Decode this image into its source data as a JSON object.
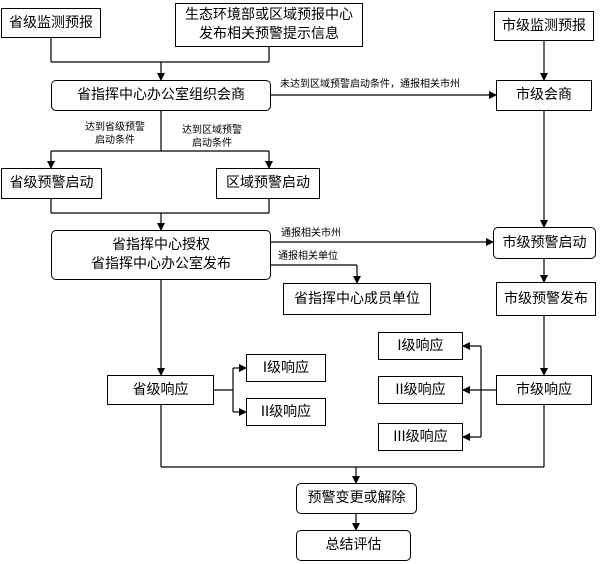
{
  "title": "预警启动流程图",
  "nodes": {
    "province_monitor": "省级监测预报",
    "ministry_info": [
      "生态环境部或区域预报中心",
      "发布相关预警提示信息"
    ],
    "city_monitor": "市级监测预报",
    "province_consult": "省指挥中心办公室组织会商",
    "city_consult": "市级会商",
    "province_warning_start": "省级预警启动",
    "regional_warning_start": "区域预警启动",
    "authorize_publish": [
      "省指挥中心授权",
      "省指挥中心办公室发布"
    ],
    "city_warning_start": "市级预警启动",
    "member_units": "省指挥中心成员单位",
    "city_warning_publish": "市级预警发布",
    "province_response": "省级响应",
    "p_level1": "I级响应",
    "p_level2": "II级响应",
    "c_level1": "I级响应",
    "c_level2": "II级响应",
    "c_level3": "III级响应",
    "city_response": "市级响应",
    "change_or_lift": "预警变更或解除",
    "summary": "总结评估"
  },
  "edge_labels": {
    "not_meet_regional": "未达到区域预警启动条件，通报相关市州",
    "meet_province": [
      "达到省级预警",
      "启动条件"
    ],
    "meet_regional": [
      "达到区域预警",
      "启动条件"
    ],
    "notify_cities": "通报相关市州",
    "notify_units": "通报相关单位"
  }
}
